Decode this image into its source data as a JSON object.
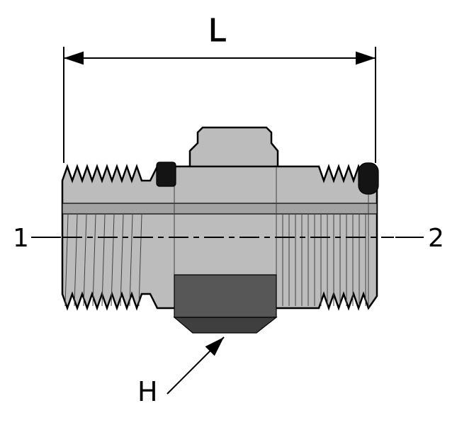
{
  "diagram": {
    "type": "technical-drawing",
    "subject": "male-male hydraulic adapter fitting, side view with dimension callouts",
    "labels": {
      "length_dim": "L",
      "end_left": "1",
      "end_right": "2",
      "hex_label": "H"
    },
    "colors": {
      "background": "#ffffff",
      "body": "#bcbcbc",
      "body_shadow_band": "#a2a2a2",
      "hex_face": "#575757",
      "hex_chamfer": "#3f3f3f",
      "seal_black": "#141414",
      "line": "#000000"
    }
  }
}
